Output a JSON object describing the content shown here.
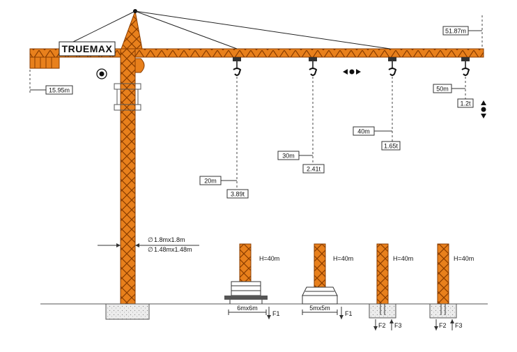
{
  "brand": "TRUEMAX",
  "jib": {
    "tip_height": "51.87m",
    "counter_jib_height": "15.95m",
    "tip_clearance": "1.2t"
  },
  "load_chart": [
    {
      "radius": "20m",
      "load": "3.89t"
    },
    {
      "radius": "30m",
      "load": "2.41t"
    },
    {
      "radius": "40m",
      "load": "1.65t"
    },
    {
      "radius": "50m",
      "load": "1.2t"
    }
  ],
  "mast_section": {
    "outer": "1.8mx1.8m",
    "inner": "1.48mx1.48m",
    "diameter_symbol": "∅"
  },
  "foundations": [
    {
      "height": "H=40m",
      "base": "6mx6m",
      "forces": [
        "F1"
      ]
    },
    {
      "height": "H=40m",
      "base": "5mx5m",
      "forces": [
        "F1"
      ]
    },
    {
      "height": "H=40m",
      "base": "",
      "forces": [
        "F2",
        "F3"
      ]
    },
    {
      "height": "H=40m",
      "base": "",
      "forces": [
        "F2",
        "F3"
      ]
    }
  ],
  "colors": {
    "steel": "#e8801c",
    "steel_dark": "#8a3d00",
    "line": "#1a1a1a",
    "ground": "#555555"
  },
  "icons": {
    "trolley_move": "left-right-arrows-icon",
    "hoist_move": "up-down-arrows-icon",
    "rotation": "slewing-icon"
  }
}
